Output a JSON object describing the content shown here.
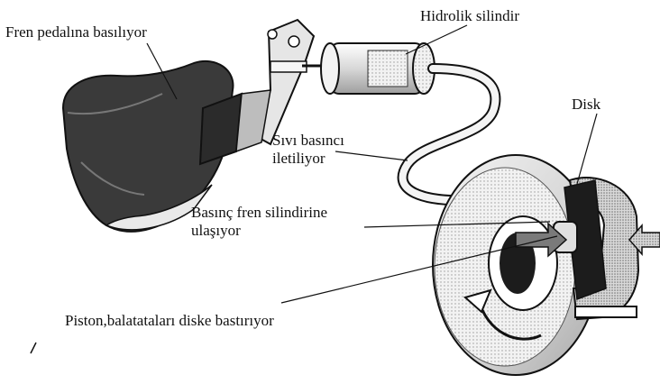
{
  "diagram": {
    "labels": {
      "pedal": "Fren pedalına basılıyor",
      "cylinder": "Hidrolik silindir",
      "disk": "Disk",
      "fluid_line1": "Sıvı basıncı",
      "fluid_line2": "iletiliyor",
      "pressure_line1": "Basınç fren silindirine",
      "pressure_line2": "ulaşıyor",
      "piston": "Piston,balatataları diske bastırıyor"
    },
    "colors": {
      "ink": "#111111",
      "shoe_dark": "#3a3a3a",
      "metal_light": "#e6e6e6",
      "metal_mid": "#bdbdbd",
      "arrow": "#7a7a7a"
    },
    "icons": [
      "foot-icon",
      "pedal-lever-icon",
      "hydraulic-cylinder-icon",
      "brake-disk-icon",
      "caliper-icon",
      "rotation-arrow-icon"
    ]
  }
}
